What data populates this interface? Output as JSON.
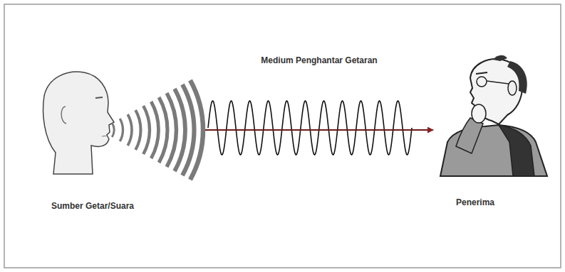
{
  "diagram": {
    "nodes": [
      {
        "text": [
          "Sumber Getar/Suara"
        ]
      },
      {
        "text": [
          "Penerima"
        ]
      }
    ],
    "edges": [
      {
        "from": 0,
        "to": 1,
        "arrow": "to",
        "label": "Medium Penghantar Getaran"
      }
    ]
  }
}
